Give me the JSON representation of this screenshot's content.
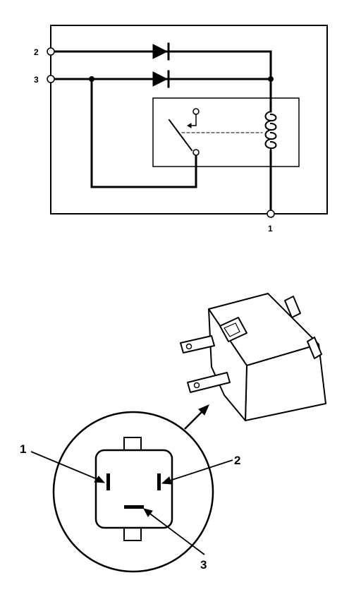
{
  "schematic": {
    "terminal_labels": [
      "2",
      "3",
      "1"
    ]
  },
  "connector_view": {
    "callouts": [
      "1",
      "2",
      "3"
    ]
  }
}
